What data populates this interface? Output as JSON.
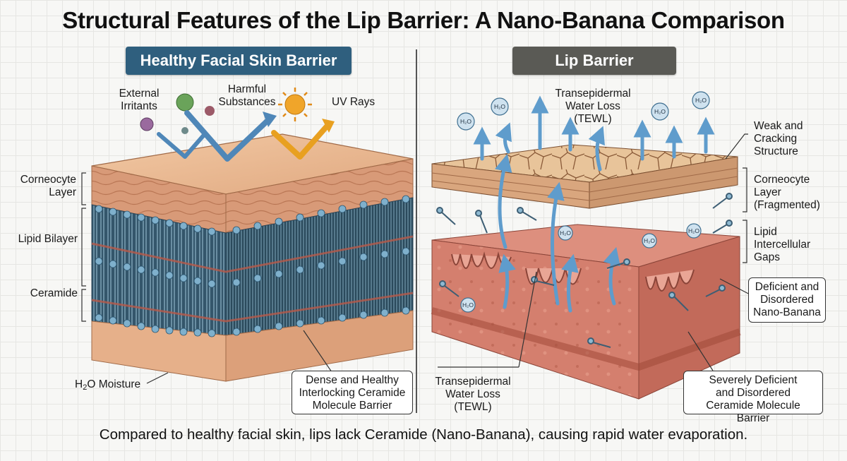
{
  "title": "Structural Features of the Lip Barrier: A Nano-Banana Comparison",
  "left_panel": {
    "heading": "Healthy Facial Skin Barrier",
    "labels": {
      "external_irritants": "External\nIrritants",
      "harmful_substances": "Harmful\nSubstances",
      "uv_rays": "UV Rays",
      "corneocyte_layer": "Corneocyte\nLayer",
      "lipid_bilayer": "Lipid Bilayer",
      "ceramide": "Ceramide",
      "h2o_moisture_pre": "H",
      "h2o_moisture_sub": "2",
      "h2o_moisture_post": "O Moisture",
      "dense_box": "Dense and Healthy\nInterlocking Ceramide\nMolecule Barrier"
    }
  },
  "right_panel": {
    "heading": "Lip Barrier",
    "labels": {
      "tewl_top": "Transepidermal\nWater Loss\n(TEWL)",
      "weak": "Weak and\nCracking\nStructure",
      "corneocyte_frag": "Corneocyte\nLayer\n(Fragmented)",
      "lipid_gaps": "Lipid\nIntercellular\nGaps",
      "deficient_box": "Deficient and\nDisordered\nNano-Banana",
      "tewl_bottom": "Transepidermal\nWater Loss\n(TEWL)",
      "severe_box": "Severely Deficient\nand Disordered\nCeramide Molecule Barrier",
      "water_badge": "H₂O"
    }
  },
  "caption": "Compared to healthy facial skin, lips lack Ceramide (Nano-Banana), causing rapid water evaporation.",
  "colors": {
    "left_heading_bg": "#2f5f7e",
    "right_heading_bg": "#5a5a55",
    "skin_top": "#e8b48c",
    "lipid_blue": "#3d6f8c",
    "ceramide_red": "#b85a4a",
    "lip_red": "#c96a5c",
    "arrow_blue": "#5f9ccc",
    "arrow_orange": "#e8a020"
  }
}
